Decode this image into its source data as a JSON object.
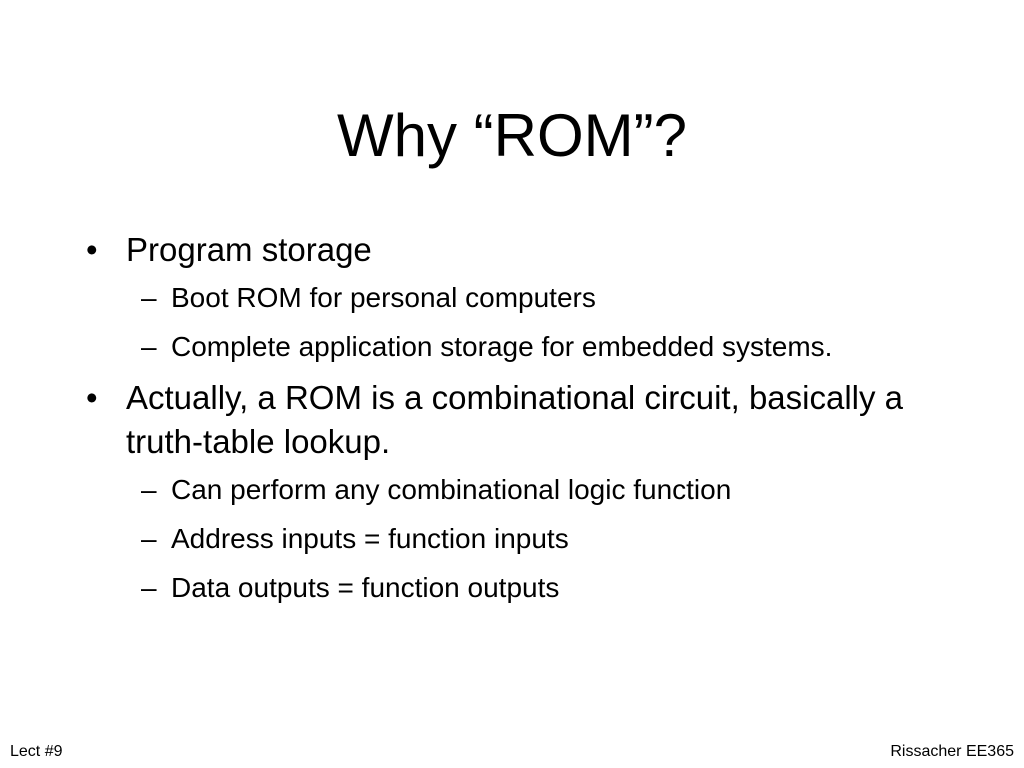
{
  "slide": {
    "title": "Why “ROM”?",
    "bullet_mark": "•",
    "sub_bullet_mark": "–",
    "bullets": [
      {
        "text": "Program storage",
        "sub": [
          "Boot ROM for personal computers",
          "Complete application storage for embedded systems."
        ]
      },
      {
        "text": "Actually, a ROM is a combinational circuit, basically a truth-table lookup.",
        "sub": [
          "Can perform any combinational logic function",
          "Address inputs = function inputs",
          "Data outputs = function outputs"
        ]
      }
    ]
  },
  "footer": {
    "left": "Lect #9",
    "right": "Rissacher EE365"
  }
}
